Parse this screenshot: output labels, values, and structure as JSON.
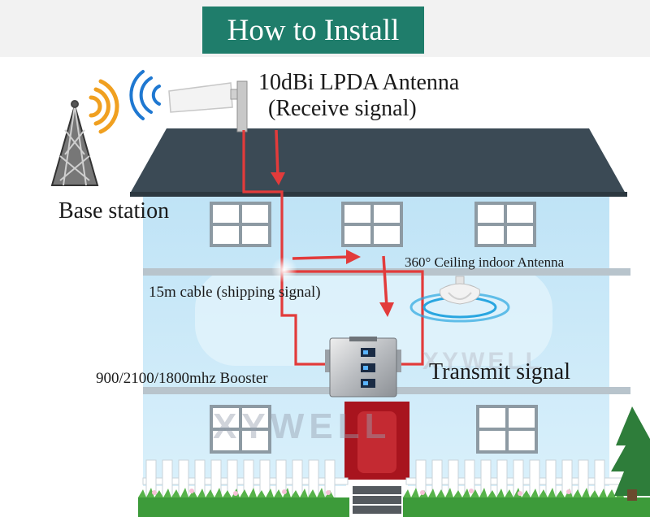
{
  "title": "How to Install",
  "labels": {
    "antenna_line1": "10dBi LPDA Antenna",
    "antenna_line2": "(Receive signal)",
    "base_station": "Base station",
    "ceiling_antenna": "360° Ceiling indoor Antenna",
    "cable": "15m cable (shipping signal)",
    "booster": "900/2100/1800mhz Booster",
    "transmit": "Transmit signal"
  },
  "watermark": "XYWELL",
  "colors": {
    "title_bg": "#1f7d6b",
    "roof": "#3b4a55",
    "wall": "#cfe9f7",
    "cable": "#e23b3b",
    "door": "#a8141e",
    "signal_yellow": "#f0a020",
    "signal_blue": "#1f78d1"
  }
}
